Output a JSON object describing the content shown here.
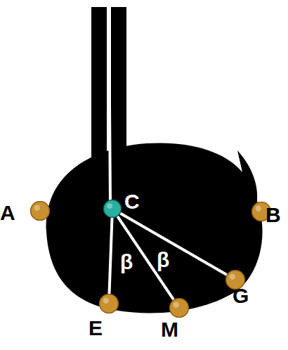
{
  "diagram": {
    "nodes": [
      {
        "text": [
          "A"
        ]
      },
      {
        "text": [
          "C"
        ]
      },
      {
        "text": [
          "B"
        ]
      },
      {
        "text": [
          "E"
        ]
      },
      {
        "text": [
          "M"
        ]
      },
      {
        "text": [
          "G"
        ]
      }
    ],
    "edges": [
      {
        "from": 1,
        "to": 3,
        "arrow": "none"
      },
      {
        "from": 1,
        "to": 4,
        "arrow": "none"
      },
      {
        "from": 1,
        "to": 5,
        "arrow": "none"
      }
    ],
    "labels": [
      "β",
      "β"
    ]
  }
}
